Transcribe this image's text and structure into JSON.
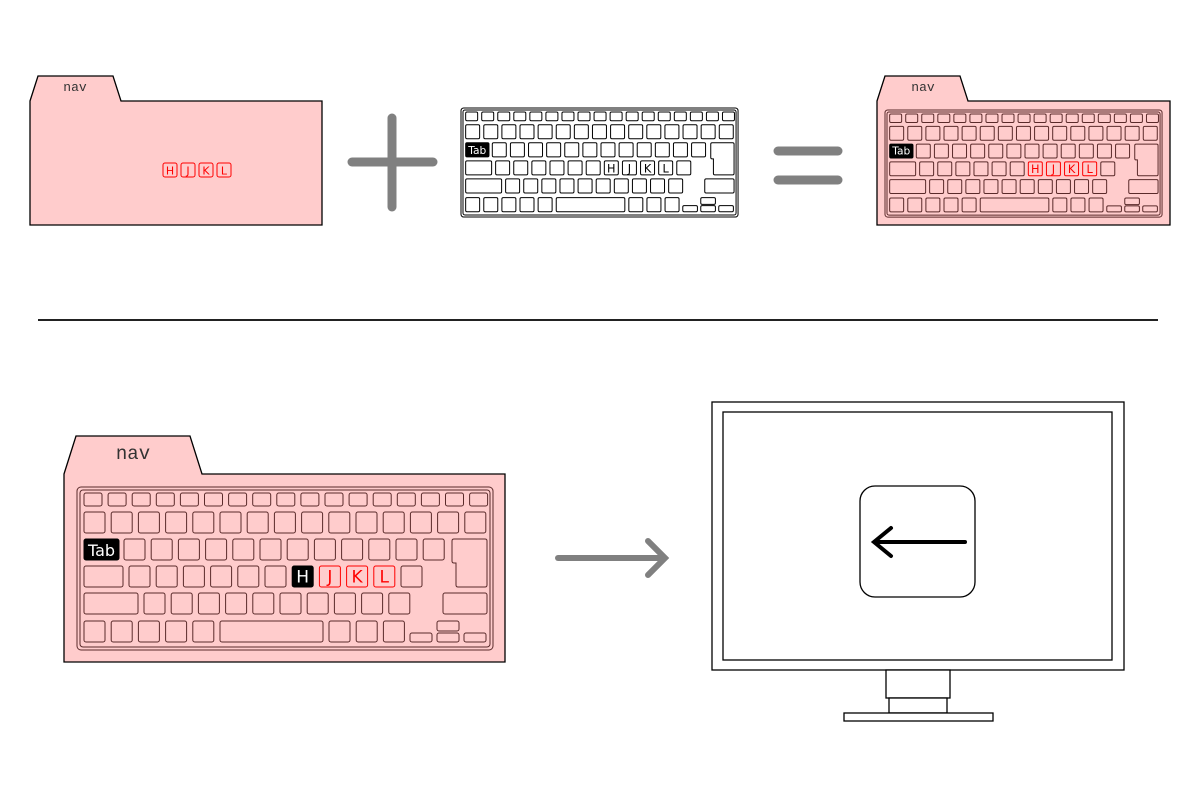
{
  "folder_label": "nav",
  "keys": {
    "tab": "Tab",
    "h": "H",
    "j": "J",
    "k": "K",
    "l": "L"
  },
  "operators": {
    "plus": "plus",
    "equals": "equals",
    "arrow": "right-arrow"
  },
  "colors": {
    "folder_fill": "#ffcccc",
    "highlight_red": "#ff0000",
    "operator_gray": "#808080"
  },
  "monitor_key_icon": "left-arrow"
}
